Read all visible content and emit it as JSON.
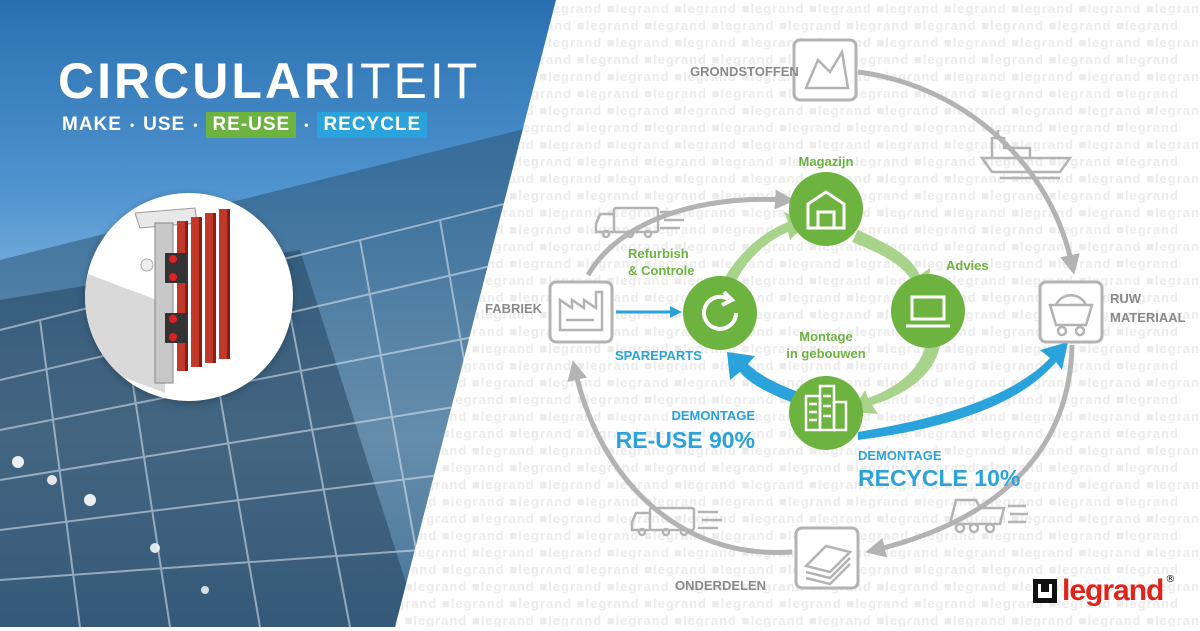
{
  "header": {
    "title_bold": "CIRCULAR",
    "title_light": "ITEIT",
    "tagline": {
      "make": "MAKE",
      "use": "USE",
      "reuse": "RE-USE",
      "recycle": "RECYCLE",
      "separator": "•"
    }
  },
  "outer_cycle": {
    "grondstoffen": "GRONDSTOFFEN",
    "ruw_line1": "RUW",
    "ruw_line2": "MATERIAAL",
    "onderdelen": "ONDERDELEN",
    "fabriek": "FABRIEK"
  },
  "inner_cycle": {
    "magazijn": "Magazijn",
    "advies": "Advies",
    "montage_line1": "Montage",
    "montage_line2": "in gebouwen",
    "refurbish_line1": "Refurbish",
    "refurbish_line2": "& Controle",
    "spareparts": "SPAREPARTS"
  },
  "outcomes": {
    "reuse_caption": "DEMONTAGE",
    "reuse_value": "RE-USE 90%",
    "recycle_caption": "DEMONTAGE",
    "recycle_value": "RECYCLE 10%"
  },
  "brand": {
    "name": "legrand",
    "registered": "®",
    "watermark_text": "legrand"
  },
  "colors": {
    "green": "#6db33f",
    "light_green": "#a8d38a",
    "blue": "#2aa3dd",
    "grey": "#b3b3b3",
    "red": "#e2231a"
  }
}
